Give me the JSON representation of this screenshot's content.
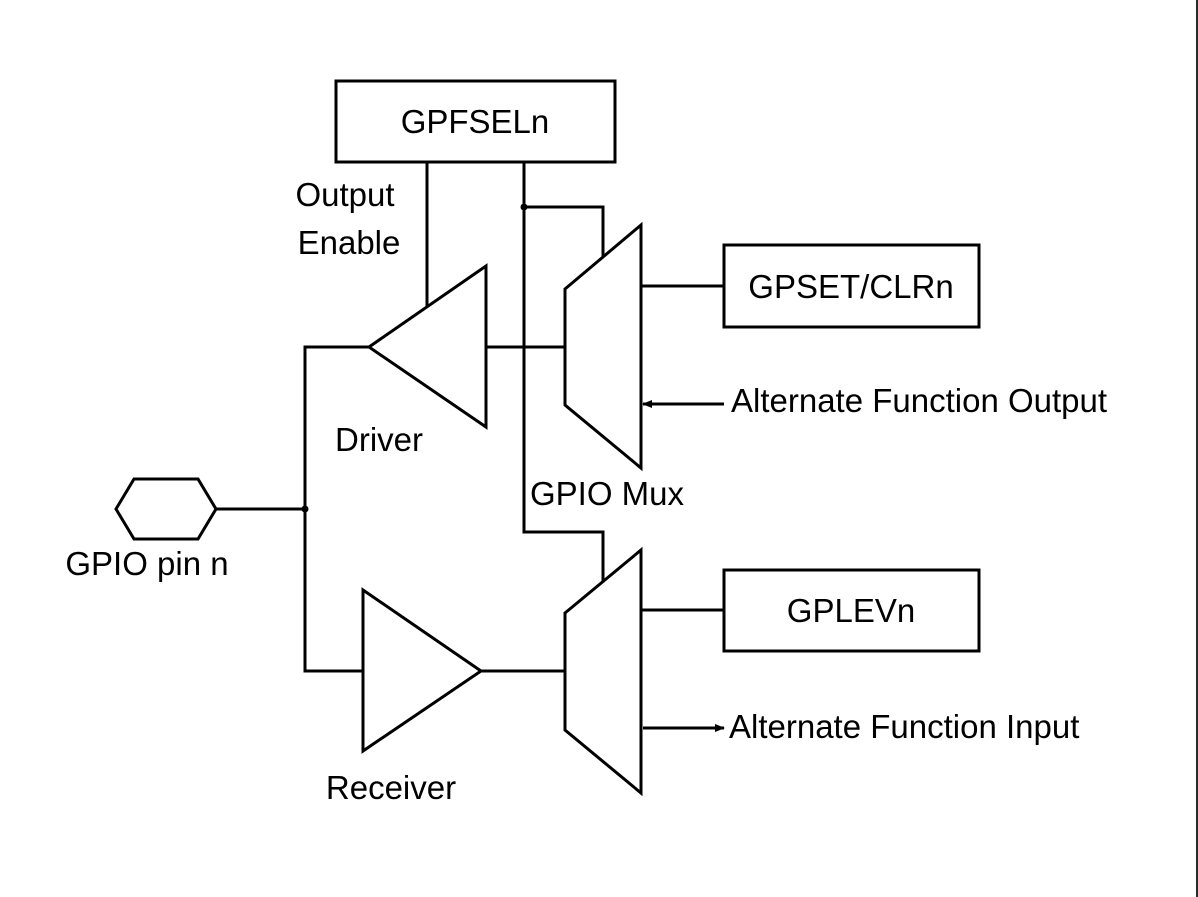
{
  "labels": {
    "gpfsel": "GPFSELn",
    "output_enable_line1": "Output",
    "output_enable_line2": "Enable",
    "gpset_clr": "GPSET/CLRn",
    "alt_func_output": "Alternate Function Output",
    "driver": "Driver",
    "gpio_mux": "GPIO Mux",
    "gpio_pin": "GPIO pin n",
    "gplev": "GPLEVn",
    "alt_func_input": "Alternate Function Input",
    "receiver": "Receiver"
  }
}
